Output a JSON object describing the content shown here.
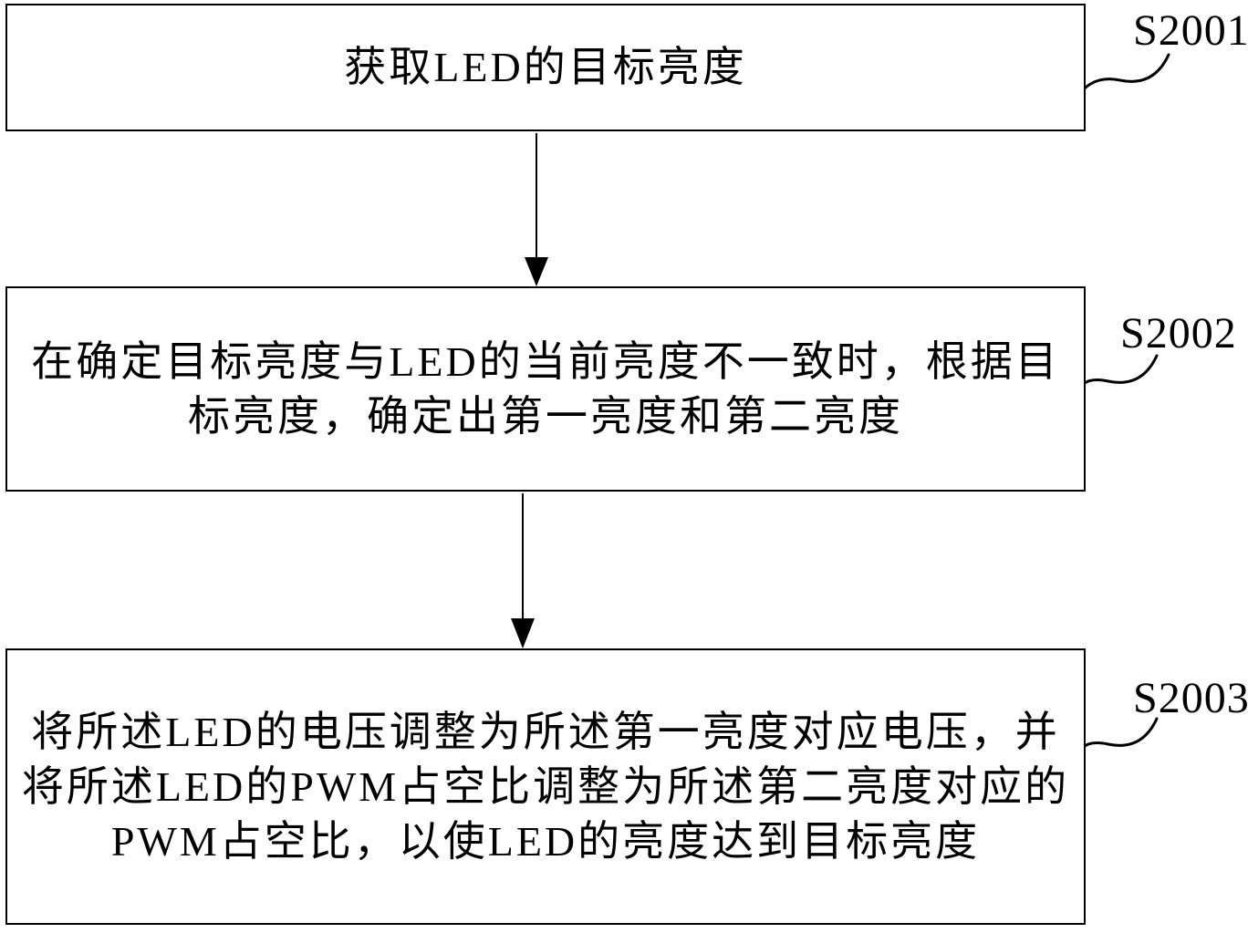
{
  "figure": {
    "type": "flowchart",
    "background_color": "#ffffff",
    "line_color": "#000000",
    "steps": [
      {
        "label": "S2001",
        "lines": [
          "获取LED的目标亮度"
        ]
      },
      {
        "label": "S2002",
        "lines": [
          "在确定目标亮度与LED的当前亮度不一致时，根据目",
          "标亮度，确定出第一亮度和第二亮度"
        ]
      },
      {
        "label": "S2003",
        "lines": [
          "将所述LED的电压调整为所述第一亮度对应电压，并",
          "将所述LED的PWM占空比调整为所述第二亮度对应的",
          "PWM占空比，以使LED的亮度达到目标亮度"
        ]
      }
    ]
  }
}
